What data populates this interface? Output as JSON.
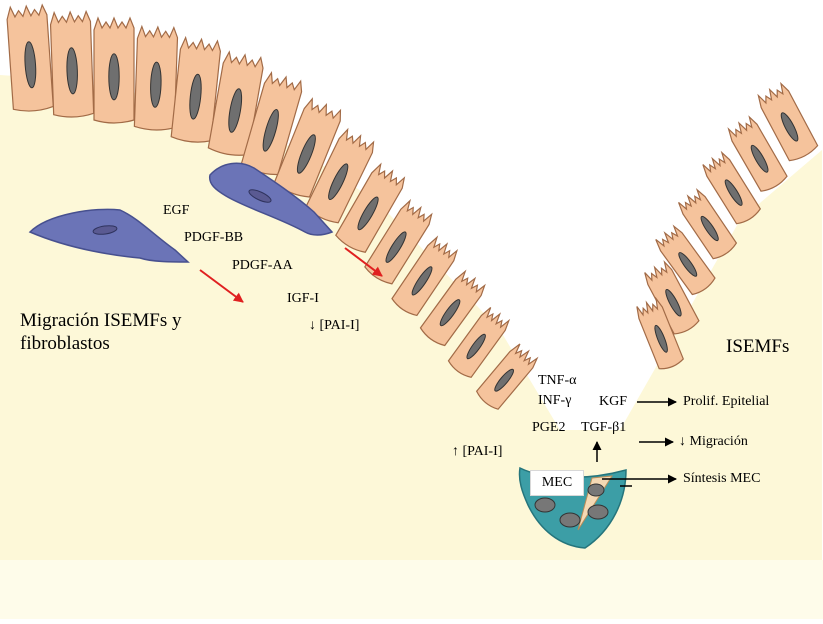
{
  "colors": {
    "background": "#fdf8d8",
    "cell_fill": "#f5c39c",
    "cell_stroke": "#a26b47",
    "nucleus": "#6f6f6f",
    "fibroblast": "#6b74b7",
    "isemf_cluster": "#3c9ea6",
    "red_arrow": "#e02020",
    "black_arrow": "#000000"
  },
  "labels": {
    "egf": "EGF",
    "pdgf_bb": "PDGF-BB",
    "pdgf_aa": "PDGF-AA",
    "igf_i": "IGF-I",
    "pai_down": "↓ [PAI-I]",
    "migration_heading": "Migración ISEMFs y fibroblastos",
    "isemfs": "ISEMFs",
    "tnf": "TNF-α",
    "inf": "INF-γ",
    "kgf": "KGF",
    "prolif": "Prolif. Epitelial",
    "pge2": "PGE2",
    "tgf": "TGF-β1",
    "migracion_down": "↓ Migración",
    "pai_up": "↑ [PAI-I]",
    "mec": "MEC",
    "sintesis": "Síntesis MEC"
  },
  "icons": {
    "arrow_marker": "arrowhead-icon",
    "nucleus": "nucleus-icon"
  }
}
